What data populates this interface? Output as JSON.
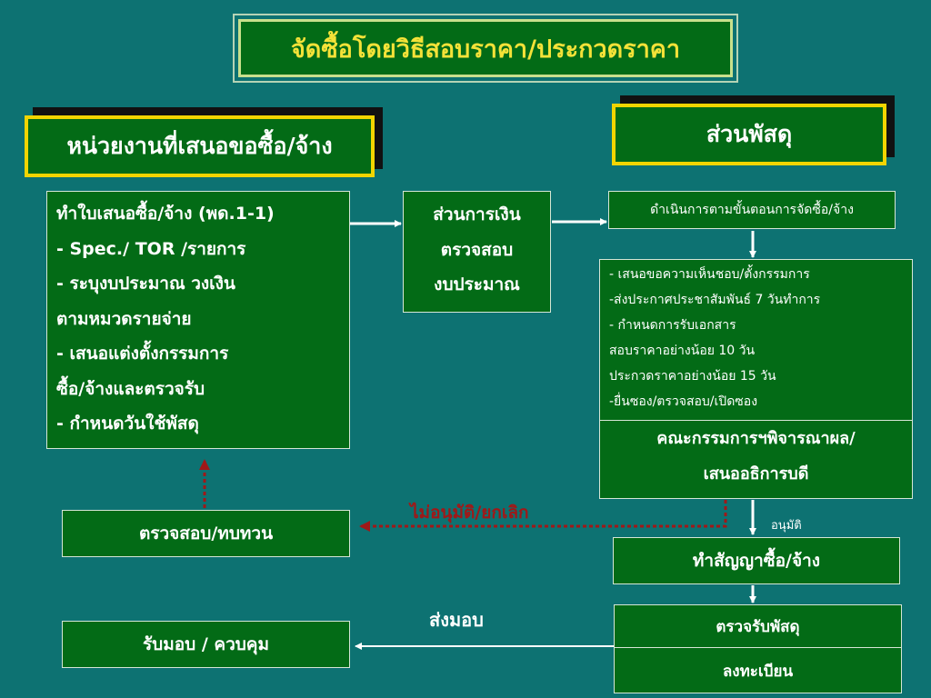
{
  "title": "จัดซื้อโดยวิธีสอบราคา/ประกวดราคา",
  "requesting_unit": {
    "header": "หน่วยงานที่เสนอขอซื้อ/จ้าง",
    "lines": [
      "ทำใบเสนอซื้อ/จ้าง (พด.1-1)",
      "-  Spec./ TOR /รายการ",
      "-  ระบุงบประมาณ  วงเงิน",
      "ตามหมวดรายจ่าย",
      "-  เสนอแต่งตั้งกรรมการ",
      "ซื้อ/จ้างและตรวจรับ",
      "-  กำหนดวันใช้พัสดุ"
    ]
  },
  "finance": {
    "lines": [
      "ส่วนการเงิน",
      "ตรวจสอบ",
      "งบประมาณ"
    ]
  },
  "supply": {
    "header": "ส่วนพัสดุ",
    "process": "ดำเนินการตามขั้นตอนการจัดซื้อ/จ้าง",
    "steps": [
      "- เสนอขอความเห็นชอบ/ตั้งกรรมการ",
      "-ส่งประกาศประชาสัมพันธ์ 7 วันทำการ",
      "- กำหนดการรับเอกสาร",
      "สอบราคาอย่างน้อย 10 วัน",
      "ประกวดราคาอย่างน้อย 15 วัน",
      "-ยื่นซอง/ตรวจสอบ/เปิดซอง"
    ],
    "committee": [
      "คณะกรรมการฯพิจารณาผล/",
      "เสนออธิการบดี"
    ],
    "contract": "ทำสัญญาซื้อ/จ้าง",
    "inspect": "ตรวจรับพัสดุ",
    "register": "ลงทะเบียน"
  },
  "review": "ตรวจสอบ/ทบทวน",
  "receive": "รับมอบ / ควบคุม",
  "labels": {
    "not_approved": "ไม่อนุมัติ/ยกเลิก",
    "approved": "อนุมัติ",
    "deliver": "ส่งมอบ"
  },
  "colors": {
    "background": "#0d7272",
    "box": "#036b16",
    "title_text": "#f4e238",
    "header_border": "#f2d500",
    "reject_arrow": "#a01818"
  }
}
